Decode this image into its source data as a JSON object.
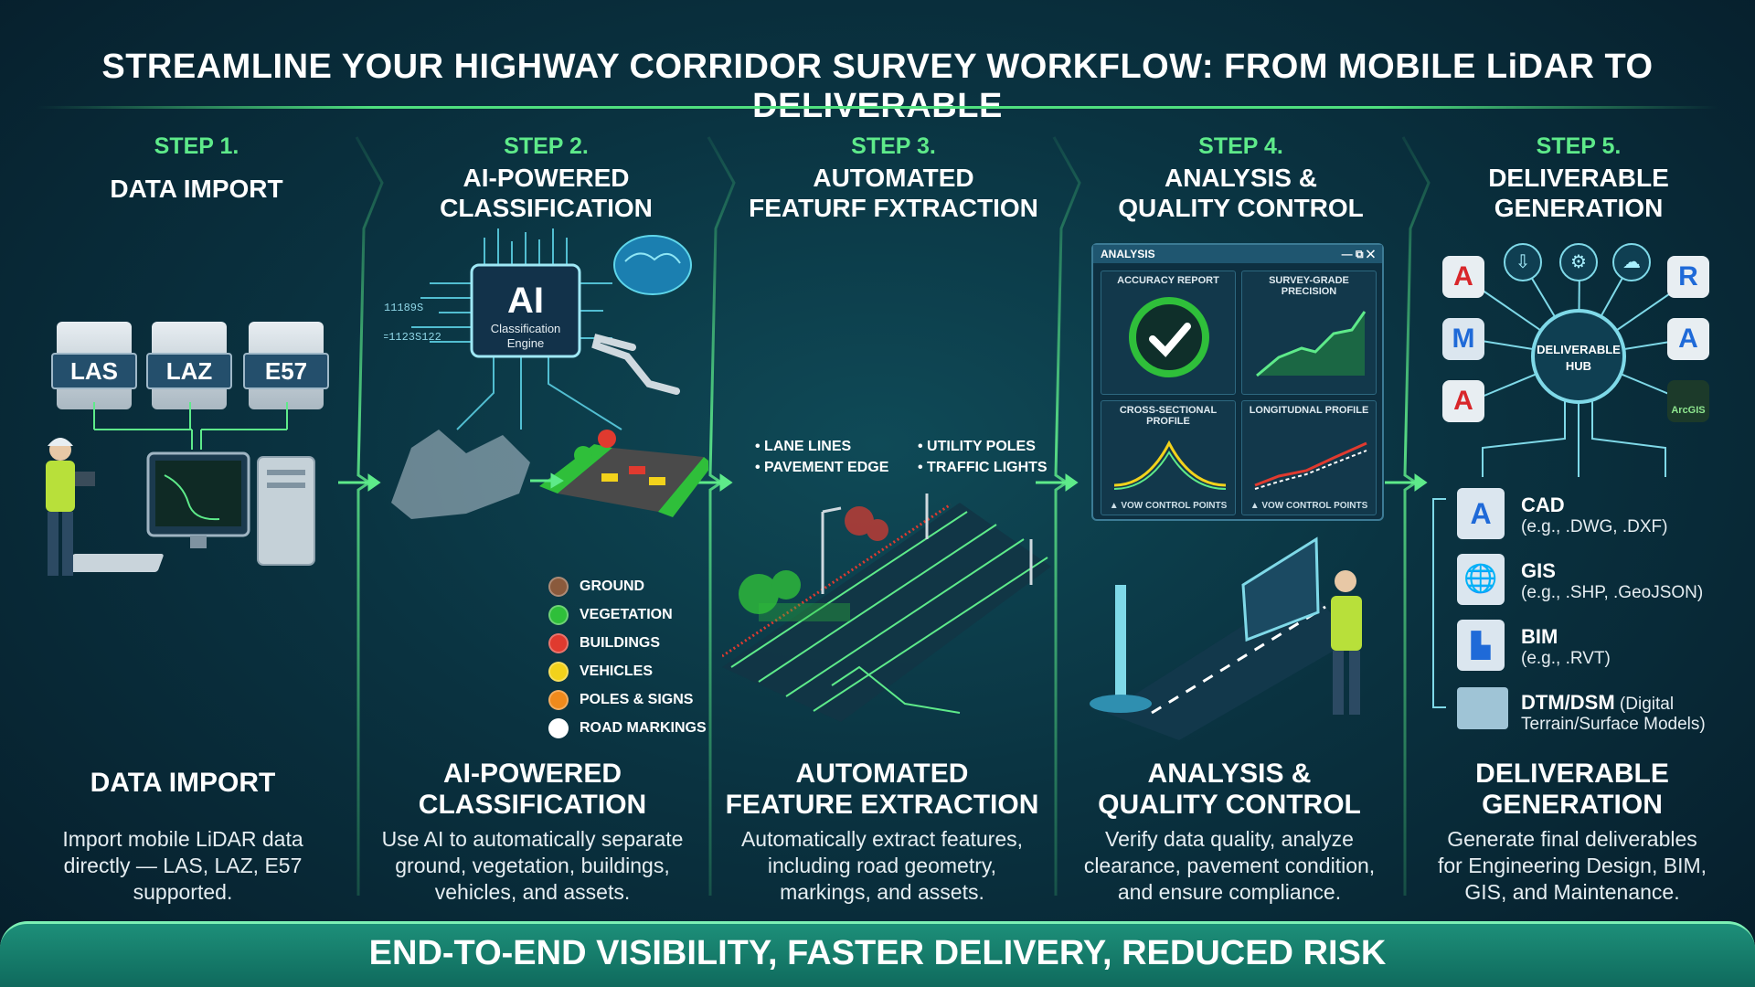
{
  "title": "STREAMLINE YOUR HIGHWAY CORRIDOR SURVEY WORKFLOW: FROM MOBILE LiDAR TO DELIVERABLE",
  "steps": [
    {
      "num": "STEP 1.",
      "title_lines": [
        "DATA IMPORT"
      ],
      "bottom_lines": [
        "DATA IMPORT"
      ],
      "desc_lines": [
        "Import mobile LiDAR data",
        "directly — LAS, LAZ, E57",
        "supported."
      ]
    },
    {
      "num": "STEP 2.",
      "title_lines": [
        "AI-POWERED",
        "CLASSIFICATION"
      ],
      "bottom_lines": [
        "AI-POWERED",
        "CLASSIFICATION"
      ],
      "desc_lines": [
        "Use AI to automatically separate",
        "ground, vegetation, buildings,",
        "vehicles, and assets."
      ]
    },
    {
      "num": "STEP 3.",
      "title_lines": [
        "AUTOMATED",
        "FEATURF FXTRACTION"
      ],
      "bottom_lines": [
        "AUTOMATED",
        "FEATURE EXTRACTION"
      ],
      "desc_lines": [
        "Automatically extract features,",
        "including road geometry,",
        "markings, and assets."
      ]
    },
    {
      "num": "STEP 4.",
      "title_lines": [
        "ANALYSIS &",
        "QUALITY CONTROL"
      ],
      "bottom_lines": [
        "ANALYSIS &",
        "QUALITY CONTROL"
      ],
      "desc_lines": [
        "Verify data quality, analyze",
        "clearance, pavement condition,",
        "and ensure compliance."
      ]
    },
    {
      "num": "STEP 5.",
      "title_lines": [
        "DELIVERABLE",
        "GENERATION"
      ],
      "bottom_lines": [
        "DELIVERABLE",
        "GENERATION"
      ],
      "desc_lines": [
        "Generate final deliverables",
        "for Engineering Design, BIM,",
        "GIS, and Maintenance."
      ]
    }
  ],
  "file_formats": [
    "LAS",
    "LAZ",
    "E57"
  ],
  "ai_chip": {
    "big": "AI",
    "line1": "Classification",
    "line2": "Engine"
  },
  "classification_legend": [
    {
      "label": "GROUND",
      "color": "#8a5a3c"
    },
    {
      "label": "VEGETATION",
      "color": "#2fbf3a"
    },
    {
      "label": "BUILDINGS",
      "color": "#e03a2f"
    },
    {
      "label": "VEHICLES",
      "color": "#f2d21b"
    },
    {
      "label": "POLES & SIGNS",
      "color": "#f08a1c"
    },
    {
      "label": "ROAD MARKINGS",
      "color": "#ffffff"
    }
  ],
  "feature_labels": [
    "LANE LINES",
    "PAVEMENT EDGE",
    "UTILITY POLES",
    "TRAFFIC LIGHTS"
  ],
  "analysis_window": {
    "title": "ANALYSIS",
    "controls": "— ⧉ ✕",
    "panels": {
      "accuracy": "ACCURACY REPORT",
      "precision": "SURVEY-GRADE PRECISION",
      "cross": "CROSS-SECTIONAL PROFILE",
      "longitudinal": "LONGITUDNAL PROFILE",
      "cross_foot": "▲ VOW CONTROL POINTS",
      "long_foot": "▲ VOW CONTROL POINTS"
    }
  },
  "hub": {
    "line1": "DELIVERABLE",
    "line2": "HUB",
    "arcgis": "ArcGIS"
  },
  "deliverables": [
    {
      "title": "CAD",
      "sub": "(e.g., .DWG, .DXF)"
    },
    {
      "title": "GIS",
      "sub": "(e.g., .SHP, .GeoJSON)"
    },
    {
      "title": "BIM",
      "sub": "(e.g., .RVT)"
    },
    {
      "title": "DTM/DSM",
      "title_suffix": " (Digital",
      "sub": "Terrain/Surface Models)"
    }
  ],
  "footer": "END-TO-END VISIBILITY, FASTER DELIVERY, REDUCED RISK",
  "colors": {
    "accent_green": "#5eea8a",
    "background": "#0a3341",
    "footer_band": "#178070"
  }
}
